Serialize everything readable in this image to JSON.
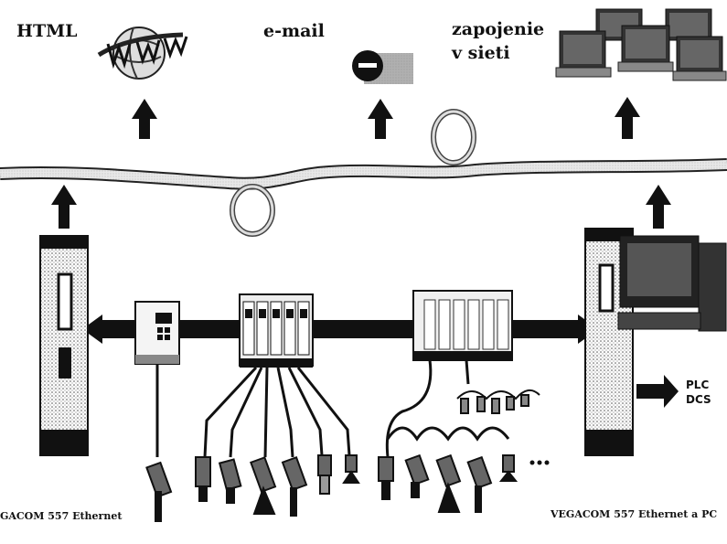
{
  "labels": {
    "html": "HTML",
    "email": "e-mail",
    "network_line1": "zapojenie",
    "network_line2": "v sieti",
    "plc": "PLC",
    "dcs": "DCS",
    "left_caption": "GACOM 557 Ethernet",
    "right_caption": "VEGACOM 557 Ethernet a PC"
  },
  "icons": {
    "www": "globe-www-icon",
    "email": "email-e-icon",
    "network": "networked-computers-icon"
  }
}
